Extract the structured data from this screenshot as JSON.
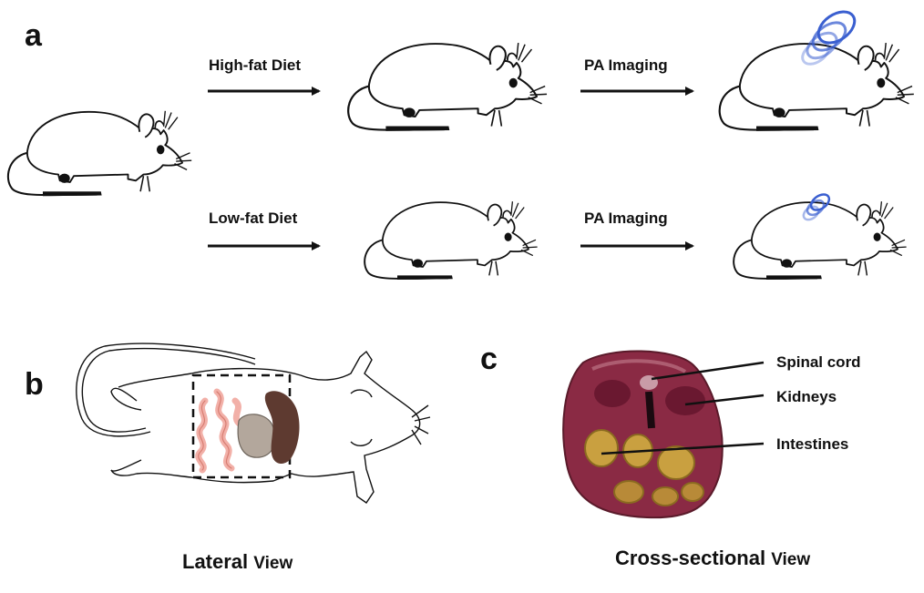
{
  "panels": {
    "a": "a",
    "b": "b",
    "c": "c"
  },
  "flow": {
    "high_fat_label": "High-fat Diet",
    "low_fat_label": "Low-fat Diet",
    "imaging_label_top": "PA Imaging",
    "imaging_label_bottom": "PA Imaging"
  },
  "lateral": {
    "title_bold": "Lateral",
    "title_rest": "View"
  },
  "cross_section": {
    "title_bold": "Cross-sectional",
    "title_rest": "View",
    "annotations": [
      "Spinal cord",
      "Kidneys",
      "Intestines"
    ]
  },
  "colors": {
    "ink": "#111111",
    "ultrasound_blue": "#3a5fd0",
    "intestine_pink": "#f2b0a8",
    "stomach_gray": "#b3a79c",
    "liver_brown": "#5e3a30",
    "tissue_maroon": "#8a2a44",
    "fat_gold": "#c9a040"
  }
}
